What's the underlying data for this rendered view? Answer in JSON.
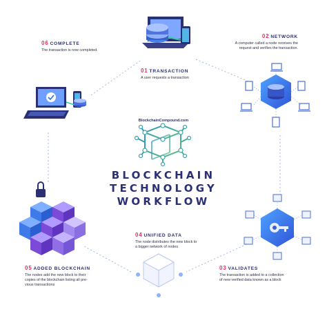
{
  "title": {
    "line1": "BLOCKCHAIN",
    "line2": "TECHNOLOGY",
    "line3": "WORKFLOW"
  },
  "brand": "BlockchainCompound.com",
  "steps": [
    {
      "num": "01",
      "label": "TRANSACTION",
      "desc": [
        "A user requests a transaction"
      ]
    },
    {
      "num": "02",
      "label": "NETWORK",
      "desc": [
        "A computer called a node receives the",
        "request and verifies the transaction."
      ]
    },
    {
      "num": "03",
      "label": "VALIDATES",
      "desc": [
        "The transaction is added to a collection",
        "of new verified data known as a block"
      ]
    },
    {
      "num": "04",
      "label": "UNIFIED DATA",
      "desc": [
        "The node distributes the new block to",
        "a bigger network of nodes"
      ]
    },
    {
      "num": "05",
      "label": "ADDED BLOCKCHAIN",
      "desc": [
        "The nodes add the new block to their",
        "copies of the blockchain listing all pre-",
        "vious transactions"
      ]
    },
    {
      "num": "06",
      "label": "COMPLETE",
      "desc": [
        "The transaction is now completed."
      ]
    }
  ],
  "icons": [
    "laptop-phone-server-icon",
    "network-server-icon",
    "validation-key-icon",
    "unified-data-cube-icon",
    "blockchain-cubes-lock-icon",
    "laptop-complete-icon",
    "blockchain-network-logo-icon"
  ],
  "colors": {
    "navy": "#2b2f74",
    "accent_red": "#e0325f",
    "blue": "#2f6de3",
    "violet": "#7b4bd8",
    "teal": "#34c3c9",
    "green": "#4fb08c",
    "dotted": "#9fb6e6"
  }
}
